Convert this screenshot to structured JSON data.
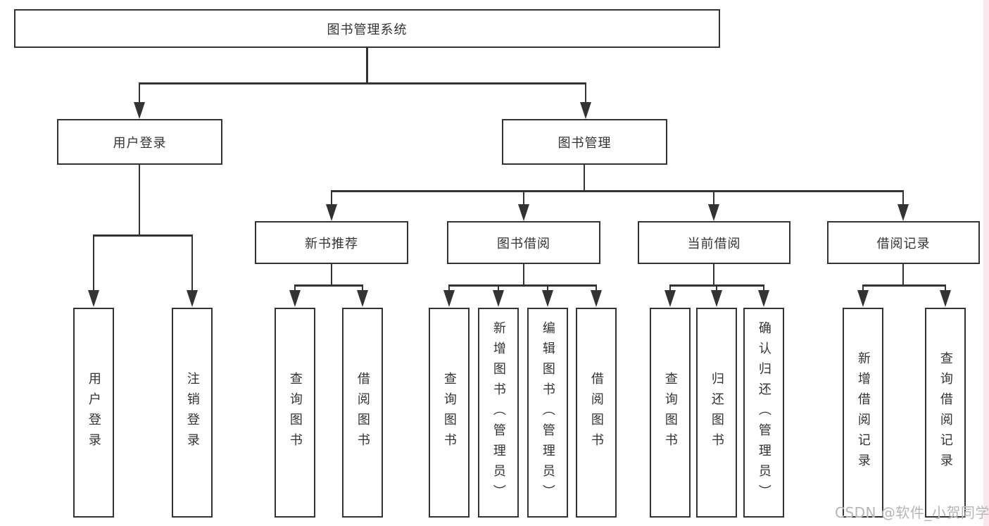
{
  "tree": {
    "root": {
      "label": "图书管理系统"
    },
    "branches": [
      {
        "label": "用户登录",
        "children": [
          {
            "label": "用户登录"
          },
          {
            "label": "注销登录"
          }
        ]
      },
      {
        "label": "图书管理",
        "sections": [
          {
            "label": "新书推荐",
            "children": [
              {
                "label": "查询图书"
              },
              {
                "label": "借阅图书"
              }
            ]
          },
          {
            "label": "图书借阅",
            "children": [
              {
                "label": "查询图书"
              },
              {
                "label": "新增图书（管理员）"
              },
              {
                "label": "编辑图书（管理员）"
              },
              {
                "label": "借阅图书"
              }
            ]
          },
          {
            "label": "当前借阅",
            "children": [
              {
                "label": "查询图书"
              },
              {
                "label": "归还图书"
              },
              {
                "label": "确认归还（管理员）"
              }
            ]
          },
          {
            "label": "借阅记录",
            "children": [
              {
                "label": "新增借阅记录"
              },
              {
                "label": "查询借阅记录"
              }
            ]
          }
        ]
      }
    ]
  },
  "watermark": {
    "text": "CSDN @软件_小贺同学",
    "color": "#b5b5b5"
  },
  "colors": {
    "line": "#333333",
    "background": "#ffffff",
    "right_edge_tint": "#f9e8ec"
  }
}
